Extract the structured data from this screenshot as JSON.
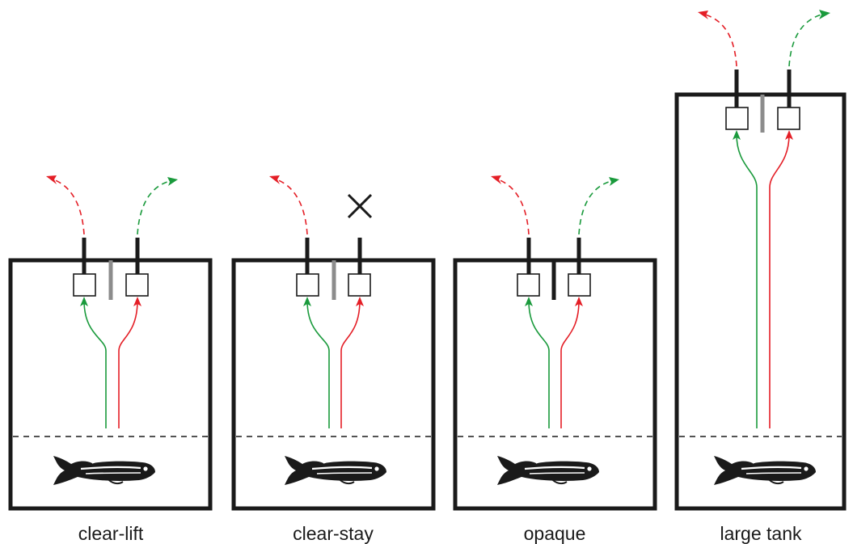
{
  "figure": {
    "panels": [
      {
        "id": "clear-lift",
        "label": "clear-lift",
        "divider": "gray",
        "right_outlet_blocked": false,
        "tall": false
      },
      {
        "id": "clear-stay",
        "label": "clear-stay",
        "divider": "gray",
        "right_outlet_blocked": true,
        "tall": false
      },
      {
        "id": "opaque",
        "label": "opaque",
        "divider": "black",
        "right_outlet_blocked": false,
        "tall": false
      },
      {
        "id": "large-tank",
        "label": "large tank",
        "divider": "gray",
        "right_outlet_blocked": false,
        "tall": true
      }
    ],
    "colors": {
      "green": "#1a9a3c",
      "red": "#e41e26",
      "outline": "#1a1a1a",
      "gray_divider": "#8c8c8c",
      "black_divider": "#1a1a1a"
    },
    "icons": {
      "fish": "fish-icon",
      "blocked": "x-mark-icon"
    }
  }
}
